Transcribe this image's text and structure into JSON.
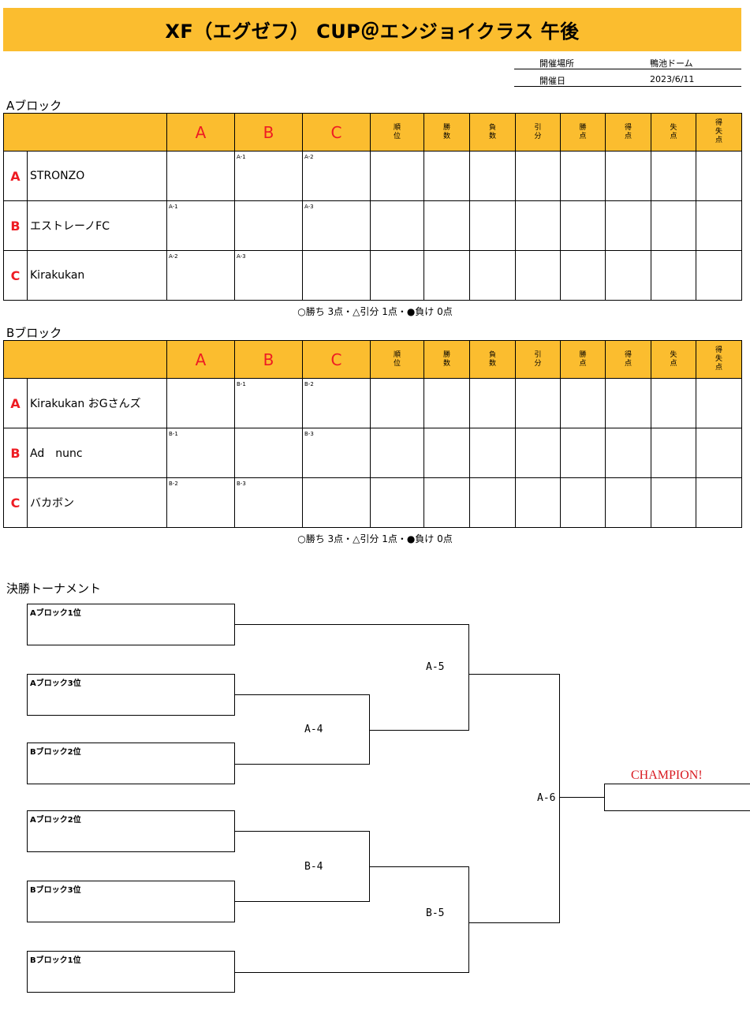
{
  "title": "XF（エグゼフ） CUP＠エンジョイクラス 午後",
  "info": {
    "venue_label": "開催場所",
    "venue_value": "鴨池ドーム",
    "date_label": "開催日",
    "date_value": "2023/6/11"
  },
  "columns": {
    "team_cols": [
      "A",
      "B",
      "C"
    ],
    "stats": [
      "順\n位",
      "勝\n数",
      "負\n数",
      "引\n分",
      "勝\n点",
      "得\n点",
      "失\n点",
      "得\n失\n点"
    ]
  },
  "blockA": {
    "label": "Aブロック",
    "rows": [
      {
        "letter": "A",
        "team": "STRONZO",
        "matches": [
          "",
          "A-1",
          "A-2"
        ]
      },
      {
        "letter": "B",
        "team": "エストレーノFC",
        "matches": [
          "A-1",
          "",
          "A-3"
        ]
      },
      {
        "letter": "C",
        "team": "Kirakukan",
        "matches": [
          "A-2",
          "A-3",
          ""
        ]
      }
    ],
    "legend": "○勝ち 3点・△引分 1点・●負け 0点"
  },
  "blockB": {
    "label": "Bブロック",
    "rows": [
      {
        "letter": "A",
        "team": "Kirakukan おGさんズ",
        "matches": [
          "",
          "B-1",
          "B-2"
        ]
      },
      {
        "letter": "B",
        "team": "Ad　nunc",
        "matches": [
          "B-1",
          "",
          "B-3"
        ]
      },
      {
        "letter": "C",
        "team": "バカボン",
        "matches": [
          "B-2",
          "B-3",
          ""
        ]
      }
    ],
    "legend": "○勝ち 3点・△引分 1点・●負け 0点"
  },
  "tournament": {
    "title": "決勝トーナメント",
    "slots": [
      "Aブロック1位",
      "Aブロック3位",
      "Bブロック2位",
      "Aブロック2位",
      "Bブロック3位",
      "Bブロック1位"
    ],
    "matches": {
      "a4": "A-4",
      "a5": "A-5",
      "b4": "B-4",
      "b5": "B-5",
      "a6": "A-6"
    },
    "champion": "CHAMPION!"
  }
}
